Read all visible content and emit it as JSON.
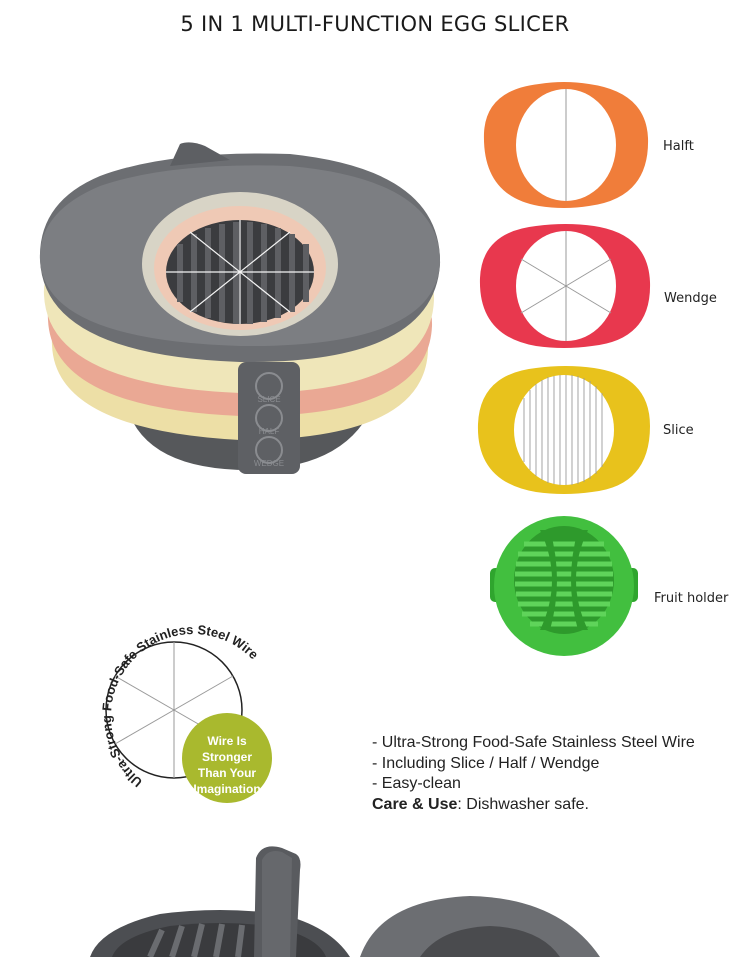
{
  "page_title": "5 IN 1 MULTI-FUNCTION EGG SLICER",
  "main_product": {
    "bracket_labels": [
      "SLICE",
      "HALF",
      "WEDGE"
    ]
  },
  "parts": [
    {
      "label": "Halft",
      "color": "#f07d3a"
    },
    {
      "label": "Wendge",
      "color": "#e8384e"
    },
    {
      "label": "Slice",
      "color": "#e8c21c"
    },
    {
      "label": "Fruit holder",
      "color": "#3cb93a"
    }
  ],
  "wire_badge": {
    "arc_text": "Ultra-Strong Food-Safe Stainless Steel Wire",
    "bubble_lines": [
      "Wire Is",
      "Stronger",
      "Than Your",
      "Imagination"
    ],
    "bubble_color": "#a9b92e"
  },
  "features": {
    "items": [
      "- Ultra-Strong Food-Safe Stainless Steel Wire",
      "- Including Slice / Half / Wendge",
      "- Easy-clean"
    ],
    "care_label": "Care & Use",
    "care_text": ": Dishwasher safe."
  }
}
